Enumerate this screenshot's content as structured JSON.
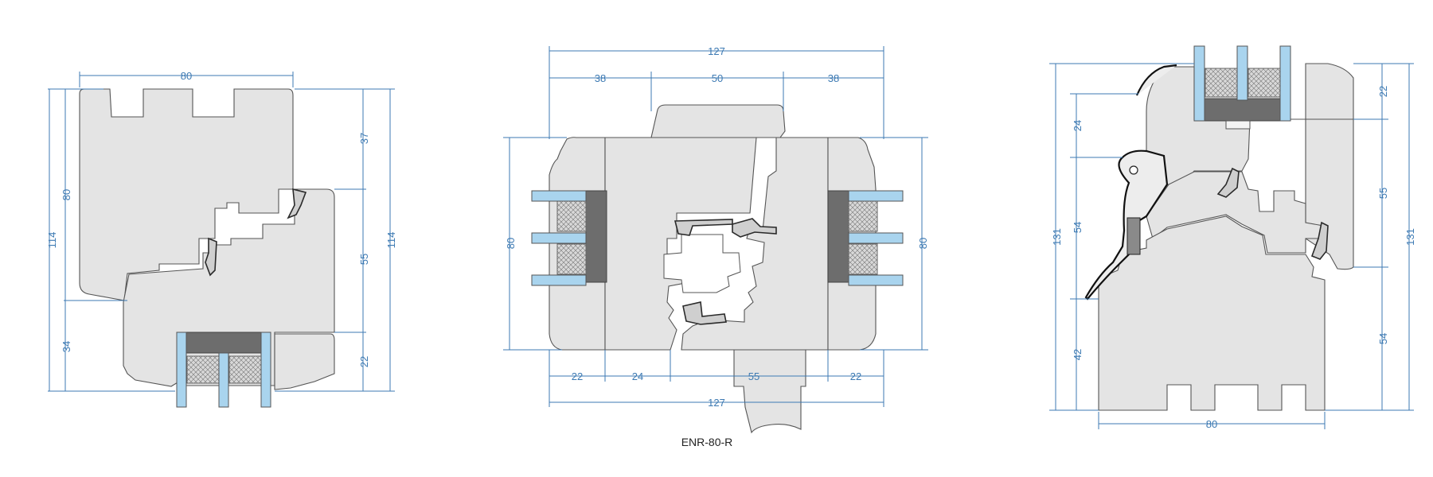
{
  "caption": "ENR-80-R",
  "colors": {
    "dimension": "#3d7ab3",
    "profile": "#e4e4e4",
    "glass": "#a9d4ee",
    "spacer": "#6d6d6d"
  },
  "left": {
    "dims": [
      "80",
      "114",
      "80",
      "34",
      "37",
      "55",
      "22",
      "114"
    ]
  },
  "center": {
    "dims": [
      "127",
      "38",
      "50",
      "38",
      "80",
      "80",
      "22",
      "24",
      "55",
      "22",
      "127"
    ]
  },
  "right": {
    "dims": [
      "131",
      "24",
      "54",
      "42",
      "22",
      "55",
      "54",
      "131",
      "80"
    ]
  }
}
